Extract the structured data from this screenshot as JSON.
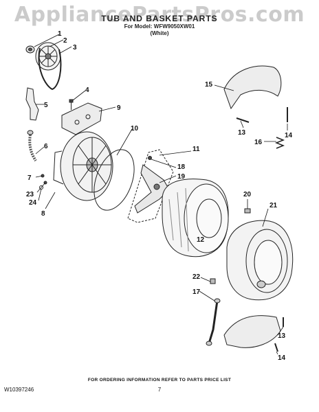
{
  "watermark": "AppliancePartsPros.com",
  "header": {
    "title": "TUB AND BASKET PARTS",
    "model": "For Model: WFW9050XW01",
    "variant": "(White)"
  },
  "callouts": {
    "c1": "1",
    "c2": "2",
    "c3": "3",
    "c4": "4",
    "c5": "5",
    "c6": "6",
    "c7": "7",
    "c8": "8",
    "c9": "9",
    "c10": "10",
    "c11": "11",
    "c12": "12",
    "c13a": "13",
    "c13b": "13",
    "c14a": "14",
    "c14b": "14",
    "c15": "15",
    "c16": "16",
    "c17": "17",
    "c18": "18",
    "c19": "19",
    "c20": "20",
    "c21": "21",
    "c22": "22",
    "c23": "23",
    "c24": "24"
  },
  "footer": {
    "note": "FOR ORDERING INFORMATION REFER TO PARTS PRICE LIST",
    "page": "7",
    "doc_number": "W10397246"
  }
}
